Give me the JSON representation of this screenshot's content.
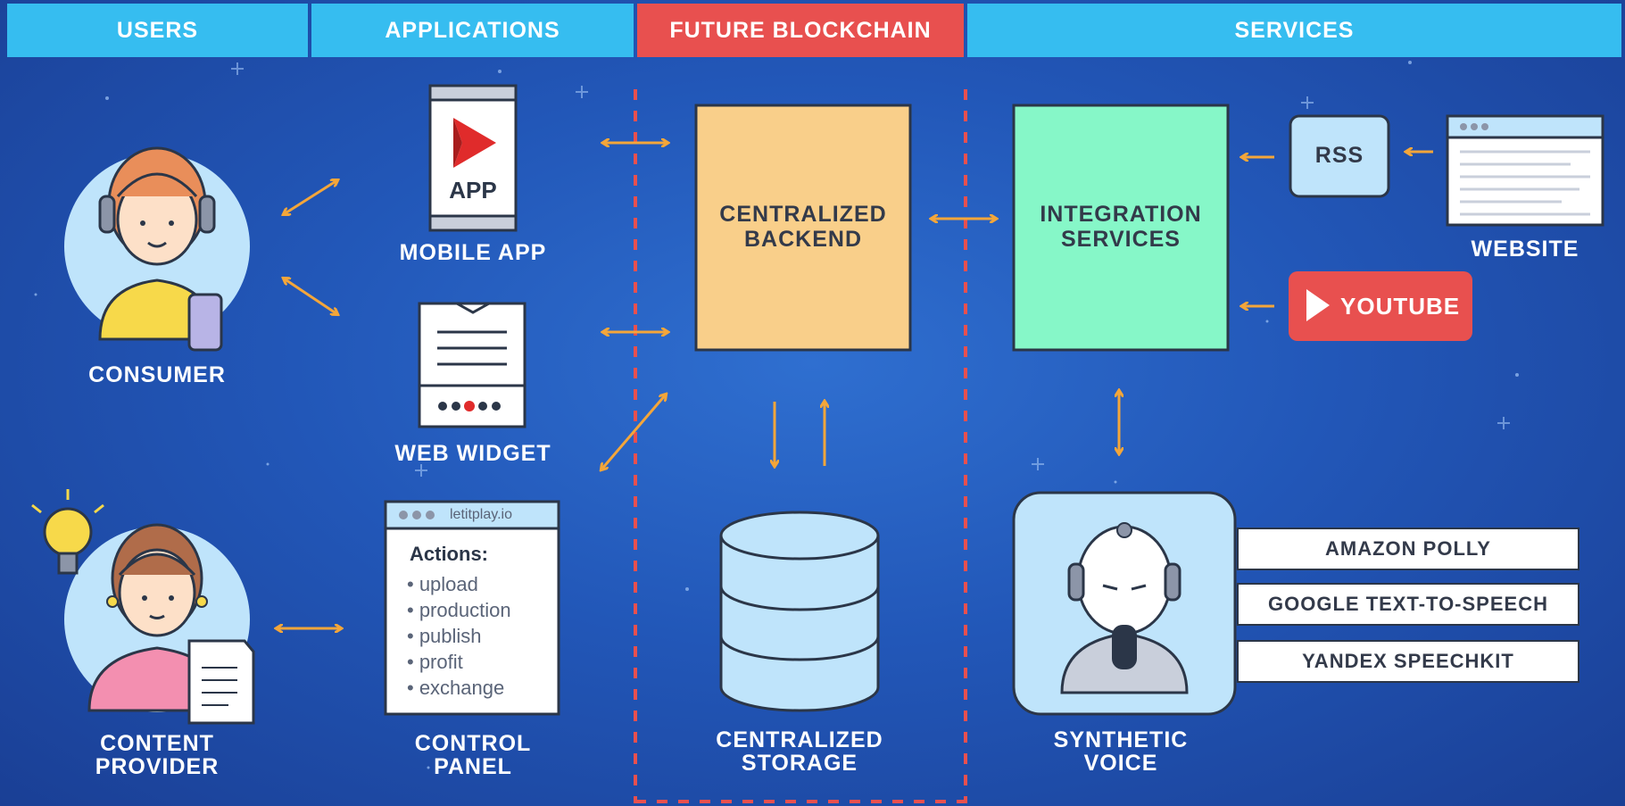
{
  "headers": {
    "users": "USERS",
    "applications": "APPLICATIONS",
    "future_blockchain": "FUTURE BLOCKCHAIN",
    "services": "SERVICES"
  },
  "users": {
    "consumer": "CONSUMER",
    "content_provider_line1": "CONTENT",
    "content_provider_line2": "PROVIDER"
  },
  "applications": {
    "app_icon_text": "APP",
    "mobile_app": "MOBILE APP",
    "web_widget": "WEB WIDGET",
    "control_panel_url": "letitplay.io",
    "control_panel_heading": "Actions:",
    "control_panel_actions": [
      "• upload",
      "• production",
      "• publish",
      "• profit",
      "• exchange"
    ],
    "control_panel_line1": "CONTROL",
    "control_panel_line2": "PANEL"
  },
  "blockchain": {
    "backend_line1": "CENTRALIZED",
    "backend_line2": "BACKEND",
    "storage_line1": "CENTRALIZED",
    "storage_line2": "STORAGE"
  },
  "services": {
    "integration_line1": "INTEGRATION",
    "integration_line2": "SERVICES",
    "rss": "RSS",
    "website": "WEBSITE",
    "youtube": "YOUTUBE",
    "synthetic_voice_line1": "SYNTHETIC",
    "synthetic_voice_line2": "VOICE",
    "tts_providers": [
      "AMAZON POLLY",
      "GOOGLE TEXT-TO-SPEECH",
      "YANDEX SPEECHKIT"
    ]
  },
  "colors": {
    "header_blue": "#36bdf0",
    "header_red": "#e8504f",
    "backend": "#f9cf8a",
    "integration": "#86f7c8",
    "arrow": "#f4a63a",
    "divider": "#e8504f"
  }
}
